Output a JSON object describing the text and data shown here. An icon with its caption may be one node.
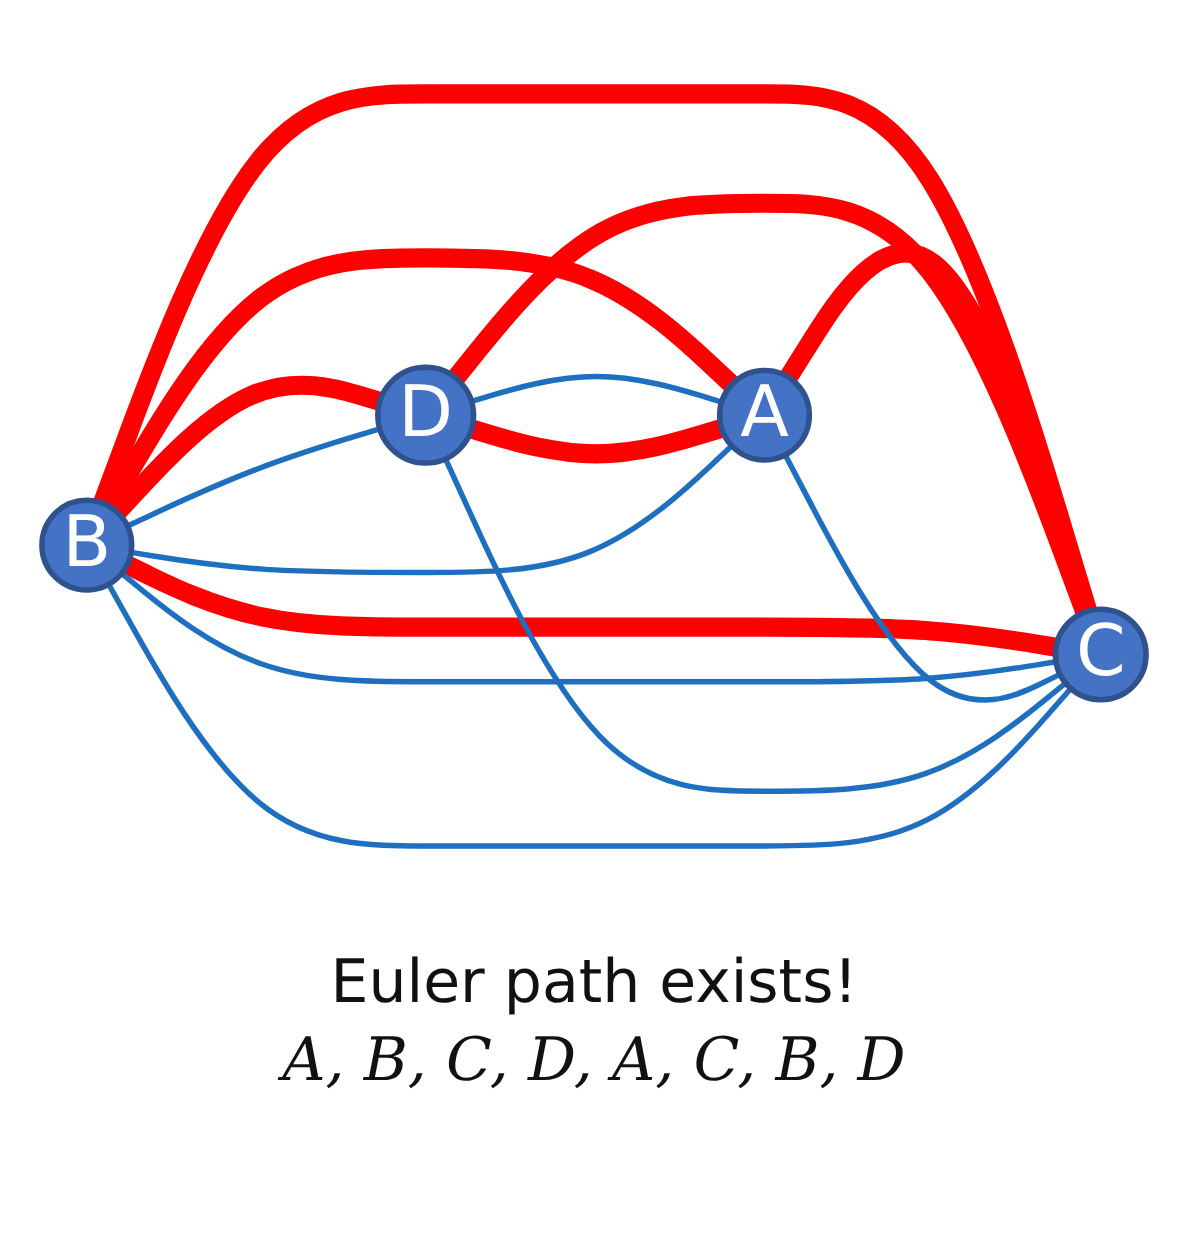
{
  "diagram": {
    "nodes": [
      {
        "text": [
          "B"
        ]
      },
      {
        "text": [
          "D"
        ]
      },
      {
        "text": [
          "A"
        ]
      },
      {
        "text": [
          "C"
        ]
      }
    ],
    "edges": [
      {
        "from": 0,
        "to": 1,
        "arrow": "none",
        "style": "thick",
        "color": "#ff0000"
      },
      {
        "from": 0,
        "to": 2,
        "arrow": "none",
        "style": "thick",
        "color": "#ff0000"
      },
      {
        "from": 0,
        "to": 3,
        "arrow": "none",
        "style": "thick",
        "color": "#ff0000"
      },
      {
        "from": 2,
        "to": 1,
        "arrow": "none",
        "style": "thick",
        "color": "#ff0000"
      },
      {
        "from": 2,
        "to": 3,
        "arrow": "none",
        "style": "thick",
        "color": "#ff0000"
      },
      {
        "from": 1,
        "to": 3,
        "arrow": "none",
        "style": "thick",
        "color": "#ff0000"
      },
      {
        "from": 0,
        "to": 3,
        "arrow": "none",
        "style": "thick",
        "color": "#ff0000"
      },
      {
        "from": 2,
        "to": 0,
        "arrow": "none",
        "color": "#1f6fc0"
      },
      {
        "from": 0,
        "to": 3,
        "arrow": "none",
        "color": "#1f6fc0"
      },
      {
        "from": 3,
        "to": 1,
        "arrow": "none",
        "color": "#1f6fc0"
      },
      {
        "from": 1,
        "to": 2,
        "arrow": "none",
        "color": "#1f6fc0"
      },
      {
        "from": 2,
        "to": 3,
        "arrow": "none",
        "color": "#1f6fc0"
      },
      {
        "from": 3,
        "to": 0,
        "arrow": "none",
        "color": "#1f6fc0"
      },
      {
        "from": 0,
        "to": 1,
        "arrow": "none",
        "color": "#1f6fc0"
      }
    ],
    "labels": [
      "Euler path exists!",
      "A, B, C, D, A, C, B, D"
    ]
  }
}
